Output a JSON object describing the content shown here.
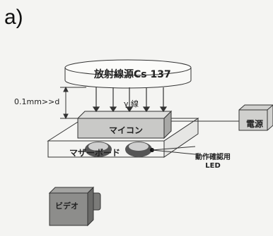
{
  "panel_label": "a)",
  "labels": {
    "source": "放射線源Cs 137",
    "distance": "0.1mm>>d",
    "gamma": "γ 線",
    "mcu": "マイコン",
    "motherboard": "マザーボード",
    "led": [
      "動作確認用",
      "LED"
    ],
    "power": "電源",
    "video": "ビデオ"
  }
}
